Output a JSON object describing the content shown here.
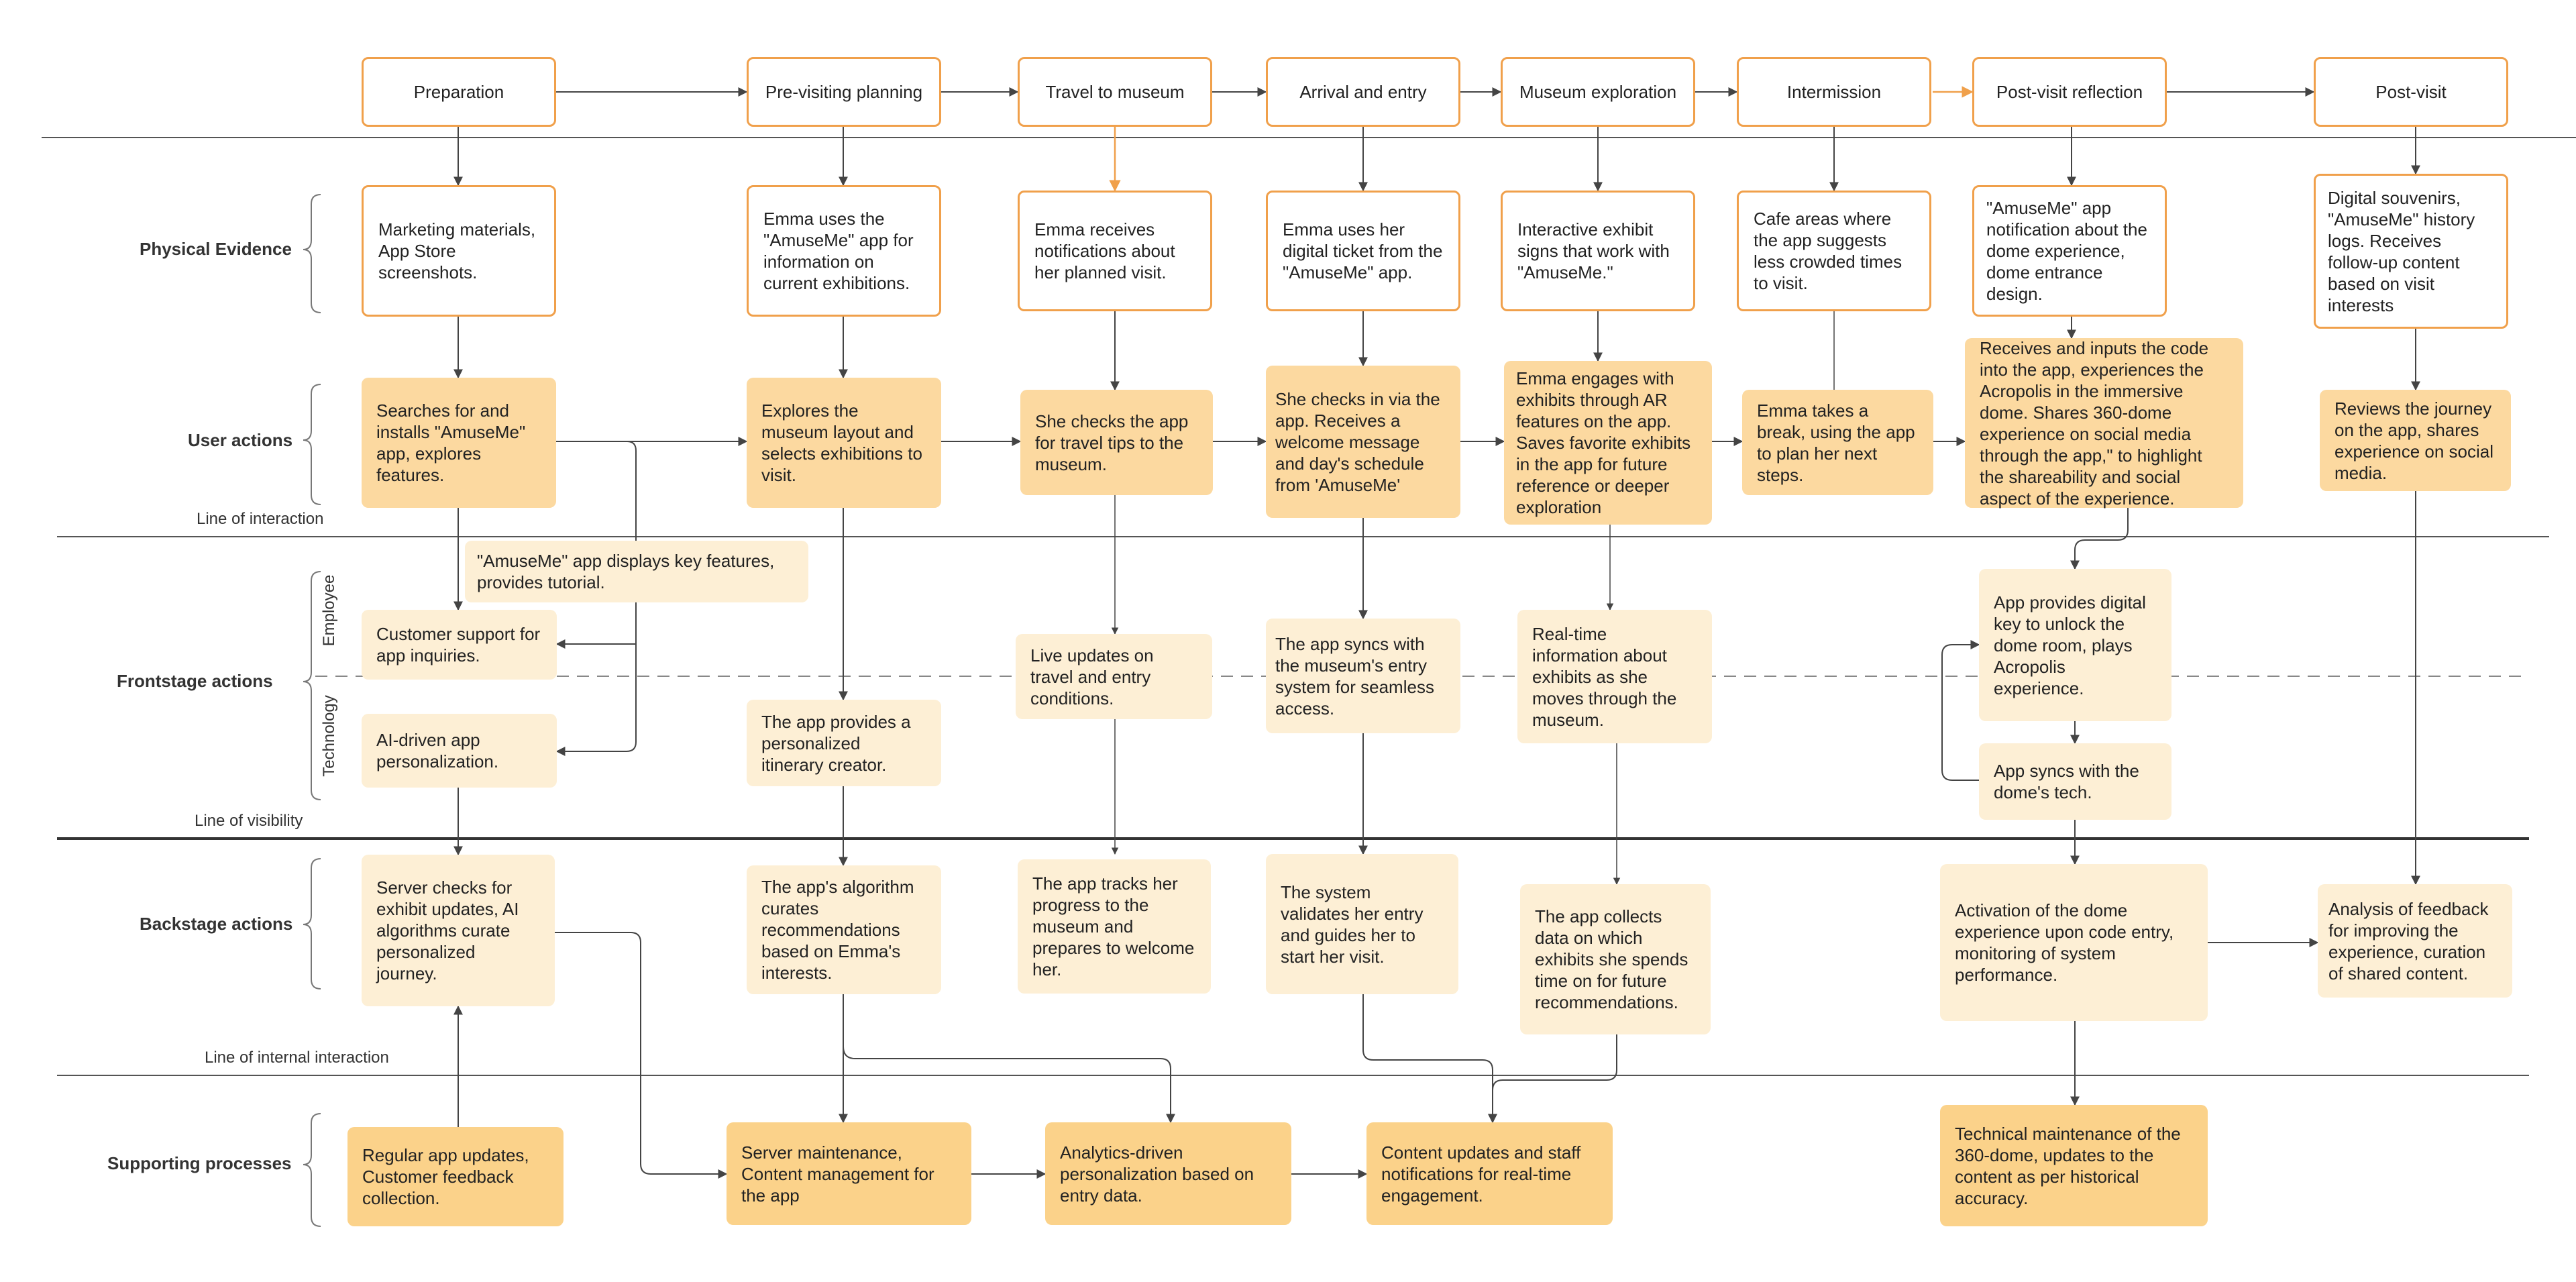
{
  "stages": [
    "Preparation",
    "Pre-visiting planning",
    "Travel to museum",
    "Arrival and entry",
    "Museum exploration",
    "Intermission",
    "Post-visit reflection",
    "Post-visit"
  ],
  "rows": {
    "physical": "Physical Evidence",
    "user": "User actions",
    "frontstage": "Frontstage actions",
    "backstage": "Backstage actions",
    "supporting": "Supporting processes"
  },
  "sub_rows": {
    "employee": "Employee",
    "technology": "Technology"
  },
  "lines": {
    "interaction": "Line of interaction",
    "visibility": "Line of visibility",
    "internal": "Line of internal interaction"
  },
  "physical": [
    "Marketing materials, App Store screenshots.",
    "Emma uses the \"AmuseMe\" app for information on current exhibitions.",
    "Emma receives notifications about her planned visit.",
    "Emma uses her digital ticket from the \"AmuseMe\" app.",
    "Interactive exhibit signs that work with \"AmuseMe.\"",
    "Cafe areas where the app suggests less crowded times to visit.",
    "\"AmuseMe\" app notification about the dome experience, dome entrance design.",
    "Digital souvenirs, \"AmuseMe\" history logs. Receives follow-up content based on visit interests"
  ],
  "user": [
    "Searches for and installs \"AmuseMe\" app, explores features.",
    "Explores the museum layout and selects exhibitions to visit.",
    "She checks the app for travel tips to the museum.",
    "She checks in via the app. Receives a welcome message and day's schedule from 'AmuseMe'",
    "Emma engages with exhibits through AR features on the app. Saves favorite exhibits in the app for future reference or deeper exploration",
    "Emma takes a break, using the app to plan her next steps.",
    "Receives and inputs the code into the app, experiences the Acropolis in the immersive dome. Shares 360-dome experience on social media through the app,\" to highlight the shareability and social aspect of the experience.",
    "Reviews the journey on the app, shares experience on social media."
  ],
  "frontstage": {
    "prep_features": "\"AmuseMe\" app displays key features, provides tutorial.",
    "prep_support": "Customer support for app inquiries.",
    "prep_ai": "AI-driven app personalization.",
    "planning": "The app provides a personalized itinerary creator.",
    "travel": "Live updates on travel and entry conditions.",
    "arrival": "The app syncs with the museum's entry system for seamless access.",
    "exploration": "Real-time information about exhibits as she moves through the museum.",
    "reflection_key": "App provides digital key to unlock the dome room, plays Acropolis experience.",
    "reflection_sync": "App syncs with the dome's tech."
  },
  "backstage": {
    "prep": "Server checks for exhibit updates, AI algorithms curate personalized journey.",
    "planning": "The app's algorithm curates recommendations based on Emma's interests.",
    "travel": "The app tracks her progress to the museum and prepares to welcome her.",
    "arrival": "The system validates her entry and guides her to start her visit.",
    "exploration": "The app collects data on which exhibits she spends time on for future recommendations.",
    "reflection": "Activation of the dome experience upon code entry, monitoring of system performance.",
    "postvisit": "Analysis of feedback for improving the experience, curation of shared content."
  },
  "supporting": {
    "prep": "Regular app updates, Customer feedback collection.",
    "server": "Server maintenance, Content management for the app",
    "analytics": "Analytics-driven personalization based on entry data.",
    "content": "Content updates and staff notifications for real-time engagement.",
    "technical": "Technical maintenance of the 360-dome, updates to the content as per historical accuracy."
  },
  "colors": {
    "accent_orange": "#f0a04b",
    "fill_mid": "#fcd9a0",
    "fill_light": "#fdefd5",
    "fill_dark": "#fbd28a",
    "line": "#444444"
  }
}
